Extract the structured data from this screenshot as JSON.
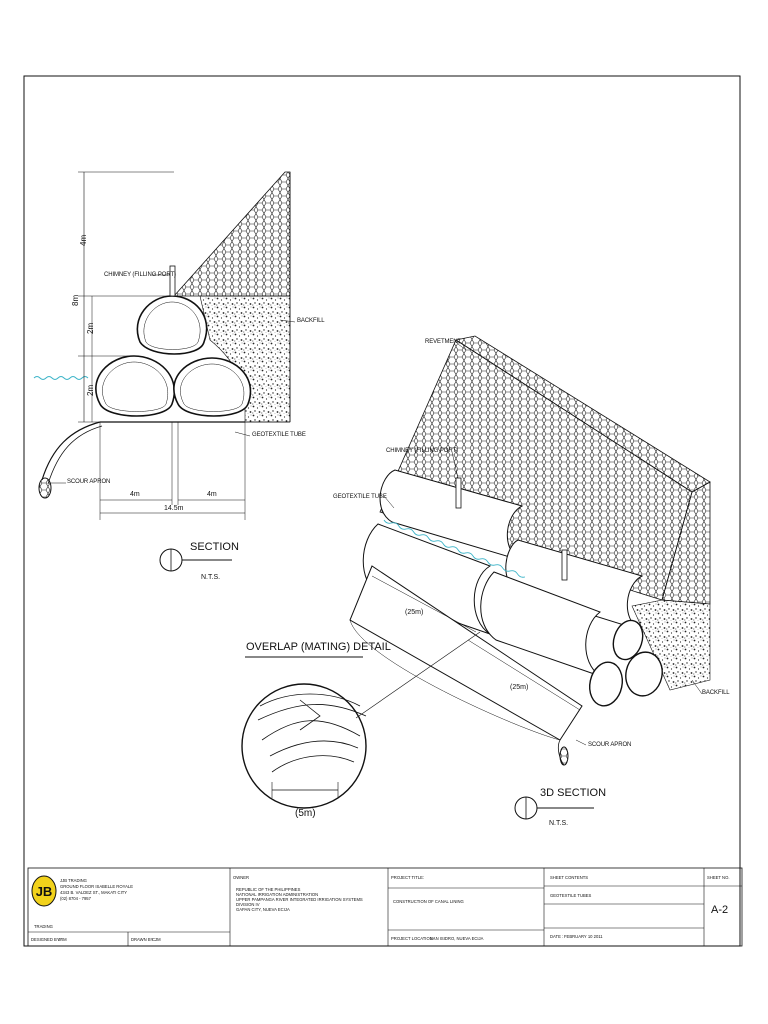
{
  "section_view": {
    "title": "SECTION",
    "scale": "N.T.S.",
    "labels": {
      "chimney": "CHIMNEY (FILLING PORT)",
      "backfill": "BACKFILL",
      "geotextile_tube": "GEOTEXTILE TUBE",
      "scour_apron": "SCOUR APRON"
    },
    "dimensions": {
      "total_height": "8m",
      "upper_height": "4m",
      "tube_height_top": "2m",
      "tube_height_bottom": "2m",
      "left_width": "4m",
      "right_width": "4m",
      "total_width": "14.5m"
    }
  },
  "detail_view": {
    "title": "OVERLAP (MATING) DETAIL",
    "dimension": "(5m)"
  },
  "section_3d": {
    "title": "3D SECTION",
    "scale": "N.T.S.",
    "labels": {
      "revetment": "REVETMENT",
      "chimney": "CHIMNEY (FILLING PORT)",
      "geotextile_tube": "GEOTEXTILE TUBE",
      "backfill": "BACKFILL",
      "scour_apron": "SCOUR APRON"
    },
    "dimensions": {
      "length_a": "(25m)",
      "length_b": "(25m)"
    }
  },
  "title_block": {
    "company_name": "JJB TRADING",
    "company_address_1": "GROUND FLOOR ISABELLE ROYALE",
    "company_address_2": "4343 B. VALDEZ ST., MAKATI CITY",
    "company_phone": "(02) 8704 - 7957",
    "logo_text": "TRADING",
    "designed_by_label": "DESIGNED BY :",
    "designed_by": "JRM",
    "drawn_by_label": "DRAWN BY :",
    "drawn_by": "CJM",
    "owner_label": "OWNER",
    "owner_lines": [
      "REPUBLIC OF THE PHILIPPINES",
      "NATIONAL IRRIGATION ADMINISTRATION",
      "UPPER PAMPANGA RIVER INTEGRATED IRRIGATION SYSTEMS",
      "DIVISION IV",
      "GAPAN CITY, NUEVA ECIJA"
    ],
    "project_title_label": "PROJECT TITLE:",
    "project_title": "CONSTRUCTION OF CANAL LINING",
    "project_location_label": "PROJECT LOCATION :",
    "project_location": "SAN ISIDRO, NUEVA ECIJA",
    "sheet_contents_label": "SHEET CONTENTS",
    "sheet_contents": "GEOTEXTILE TUBES",
    "date_label": "DATE :",
    "date": "FEBRUARY 10 2011",
    "sheet_no_label": "SHEET NO.",
    "sheet_no": "A-2"
  },
  "colors": {
    "line": "#111111",
    "water": "#3cb4c8",
    "logo_yellow": "#f2d21b"
  }
}
